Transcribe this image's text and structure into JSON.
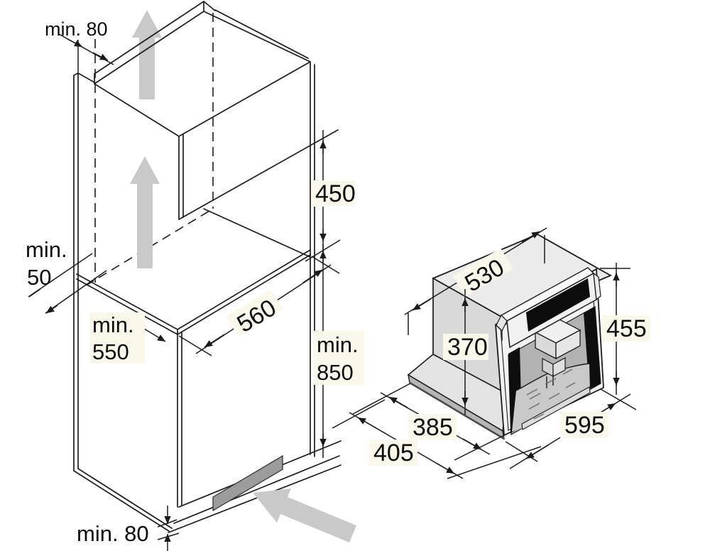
{
  "diagram": {
    "title": "built-in appliance installation dimensions",
    "units": "mm"
  },
  "colors": {
    "line": "#1c1c1c",
    "label_bg": "#faf8ea",
    "flow_arrow": "#c9c9c9",
    "vent_grille": "#9c9c9c",
    "machine_frame": "#f3f3f3",
    "machine_body": "#d9d9d9",
    "machine_top": "#ebebeb",
    "display_black": "#0c0c0c",
    "interior_gray": "#b2b2b2"
  },
  "cabinet": {
    "dims": {
      "top_clearance": "min. 80",
      "side_clearance_prefix": "min.",
      "side_clearance_value": "50",
      "depth_prefix": "min.",
      "depth_value": "550",
      "niche_width": "560",
      "upper_niche_height": "450",
      "lower_niche_prefix": "min.",
      "lower_niche_value": "850",
      "bottom_clearance": "min. 80"
    }
  },
  "appliance": {
    "dims": {
      "housing_width": "530",
      "body_height": "370",
      "front_height": "455",
      "body_depth": "385",
      "total_depth": "405",
      "front_width": "595"
    }
  }
}
